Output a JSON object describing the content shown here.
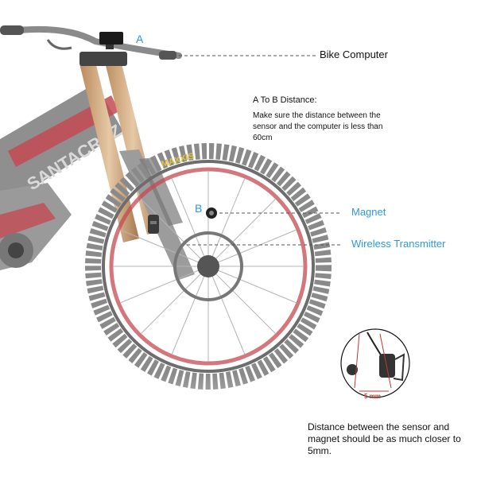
{
  "labels": {
    "point_a": "A",
    "point_b": "B",
    "bike_computer": "Bike Computer",
    "magnet": "Magnet",
    "wireless_transmitter": "Wireless Transmitter"
  },
  "distance_note": {
    "title": "A To B Distance:",
    "body": "Make sure the distance between the sensor and the computer is less than 60cm"
  },
  "inset": {
    "gap_label": "5 mm"
  },
  "bottom_note": "Distance between the sensor and magnet should be as much closer to 5mm.",
  "tire_brand": "MAXXIS",
  "frame_brand": "SANTACRUZ",
  "colors": {
    "accent_blue": "#2e9ad6",
    "leader_gray": "#555555",
    "inset_red": "#c0392b",
    "frame_red": "#c44a52",
    "fork_gold": "#c8a27a"
  }
}
